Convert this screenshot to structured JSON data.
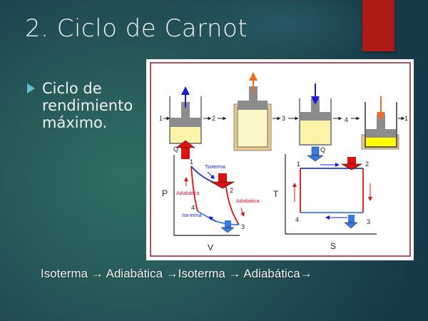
{
  "slide": {
    "title": "2. Ciclo de Carnot",
    "bullet": "Ciclo de rendimiento máximo.",
    "sequence": "Isoterma → Adiabática →Isoterma → Adiabática→",
    "colors": {
      "accent_bar": "#b01a16",
      "bullet_marker": "#5fc3cf",
      "frame_border": "#8b1a2b"
    }
  },
  "figure": {
    "cylinder_labels": [
      "1",
      "2",
      "2",
      "3",
      "3",
      "4",
      "4",
      "1"
    ],
    "heat_labels": {
      "in": "Q",
      "out": "Q"
    },
    "pv_diagram": {
      "x_axis": "V",
      "y_axis": "P",
      "points": [
        "1",
        "2",
        "3",
        "4"
      ],
      "labels": {
        "top_isotherm": "Tsoterma",
        "right_adiabatic": "Adiabática",
        "left_adiabatic": "Adiabática",
        "bottom_isotherm": "Iso-erma"
      }
    },
    "ts_diagram": {
      "x_axis": "S",
      "y_axis": "T",
      "points": [
        "1",
        "2",
        "3",
        "4"
      ]
    }
  }
}
